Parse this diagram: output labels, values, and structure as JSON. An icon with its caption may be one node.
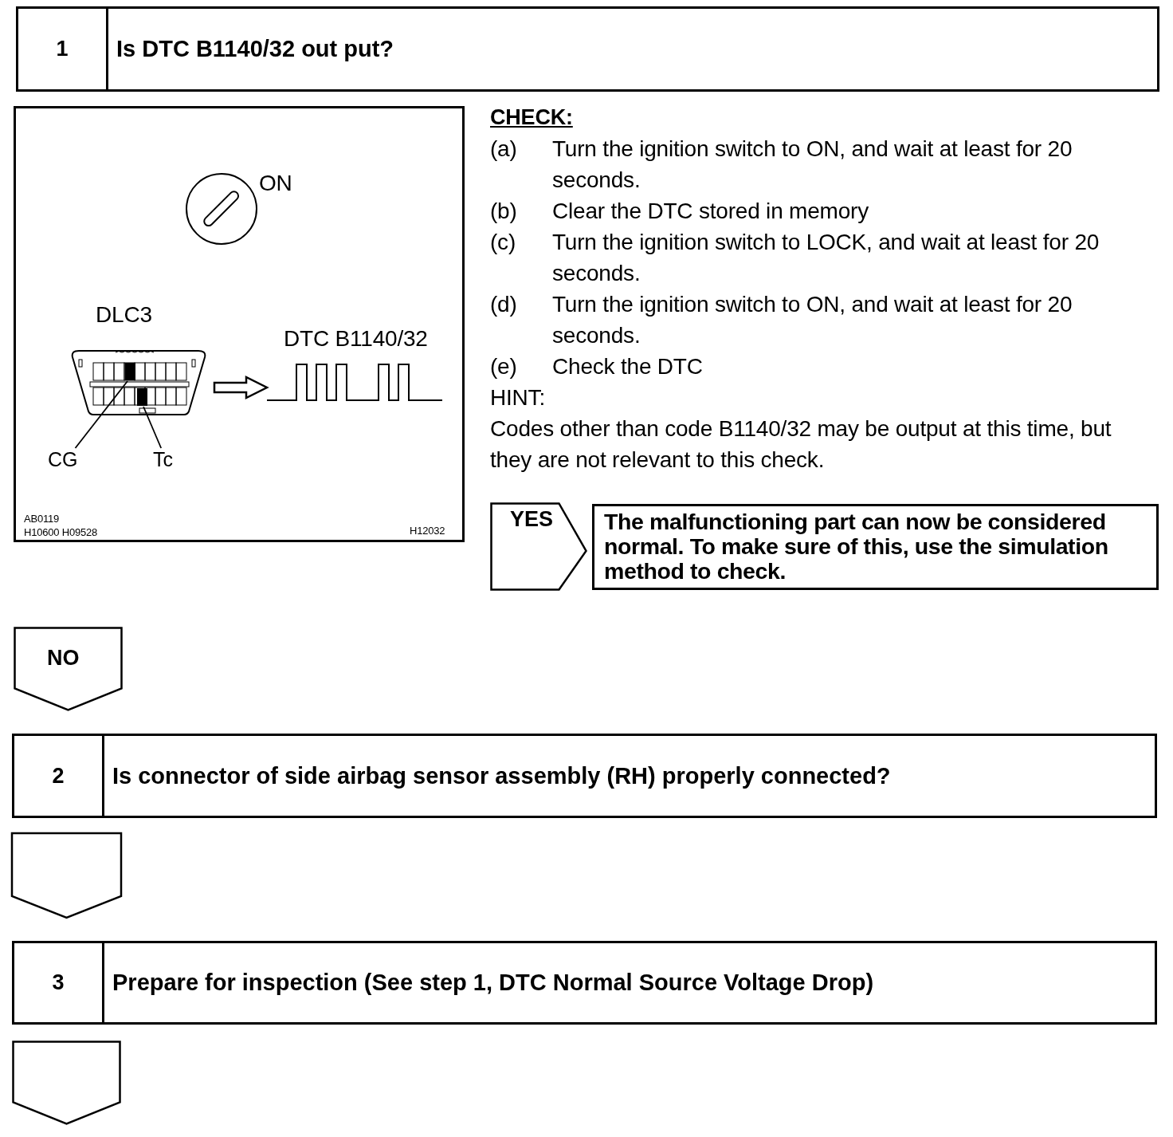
{
  "diagram": {
    "nodes": [
      {
        "text": [
          "1",
          "Is DTC B1140/32 out put?"
        ]
      },
      {
        "text": [],
        "shape": "picture"
      },
      {
        "text": [],
        "shape": "picture"
      },
      {
        "text": [
          "CG"
        ]
      },
      {
        "text": [
          "Tc"
        ]
      },
      {
        "text": [
          "YES"
        ]
      },
      {
        "text": [
          "The malfunctioning part can now be considered normal. To make sure of this, use the simulation method to check."
        ]
      },
      {
        "text": [
          "NO"
        ]
      },
      {
        "text": [
          "2",
          "Is connector of side airbag sensor assembly (RH) properly connected?"
        ]
      },
      {
        "text": [
          "3",
          "Prepare for inspection (See step 1, DTC Normal Source Voltage Drop)"
        ]
      },
      {
        "text": [],
        "shape": "chevron"
      }
    ],
    "edges": [
      {
        "from": 1,
        "to": 2,
        "arrow": "to",
        "style": "thick"
      },
      {
        "from": 3,
        "to": 1,
        "arrow": "none"
      },
      {
        "from": 4,
        "to": 1,
        "arrow": "none"
      },
      {
        "from": 8,
        "to": 9,
        "arrow": "to"
      }
    ],
    "labels": [
      "ON",
      "DLC3",
      "DTC B1140/32",
      "AB0119",
      "H10600 H09528",
      "H12032",
      "CHECK:",
      "(a)",
      "Turn the ignition switch to ON, and wait at least for 20 seconds.",
      "(b)",
      "Clear the DTC stored in memory",
      "(c)",
      "Turn the ignition switch to LOCK, and wait at least for 20 seconds.",
      "(d)",
      "Turn the ignition switch to ON, and wait at least for 20 seconds.",
      "(e)",
      "Check the DTC",
      "HINT:",
      "Codes other than code B1140/32 may be output at this time, but they are not relevant to this check."
    ]
  }
}
